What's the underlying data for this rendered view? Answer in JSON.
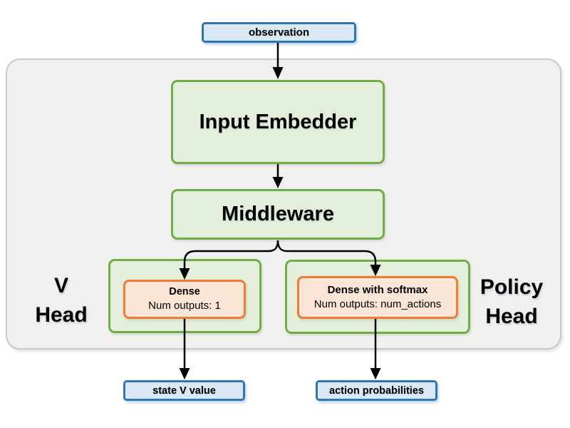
{
  "colors": {
    "blue_border": "#2E75B6",
    "blue_fill": "#DBE9F6",
    "green_border": "#70AD47",
    "green_fill": "#E3EFDA",
    "orange_border": "#ED7D31",
    "orange_fill": "#FBE5D6",
    "panel_fill": "#F0F0EF",
    "panel_border": "#C9C9C9",
    "arrow": "#000000"
  },
  "nodes": {
    "observation": {
      "label": "observation"
    },
    "input_embedder": {
      "label": "Input Embedder"
    },
    "middleware": {
      "label": "Middleware"
    },
    "v_head_label": {
      "line1": "V",
      "line2": "Head"
    },
    "policy_head_label": {
      "line1": "Policy",
      "line2": "Head"
    },
    "dense": {
      "title": "Dense",
      "subtitle": "Num outputs: 1"
    },
    "dense_with_softmax": {
      "title": "Dense with softmax",
      "subtitle": "Num outputs: num_actions"
    },
    "state_v_value": {
      "label": "state V value"
    },
    "action_probabilities": {
      "label": "action probabilities"
    }
  }
}
